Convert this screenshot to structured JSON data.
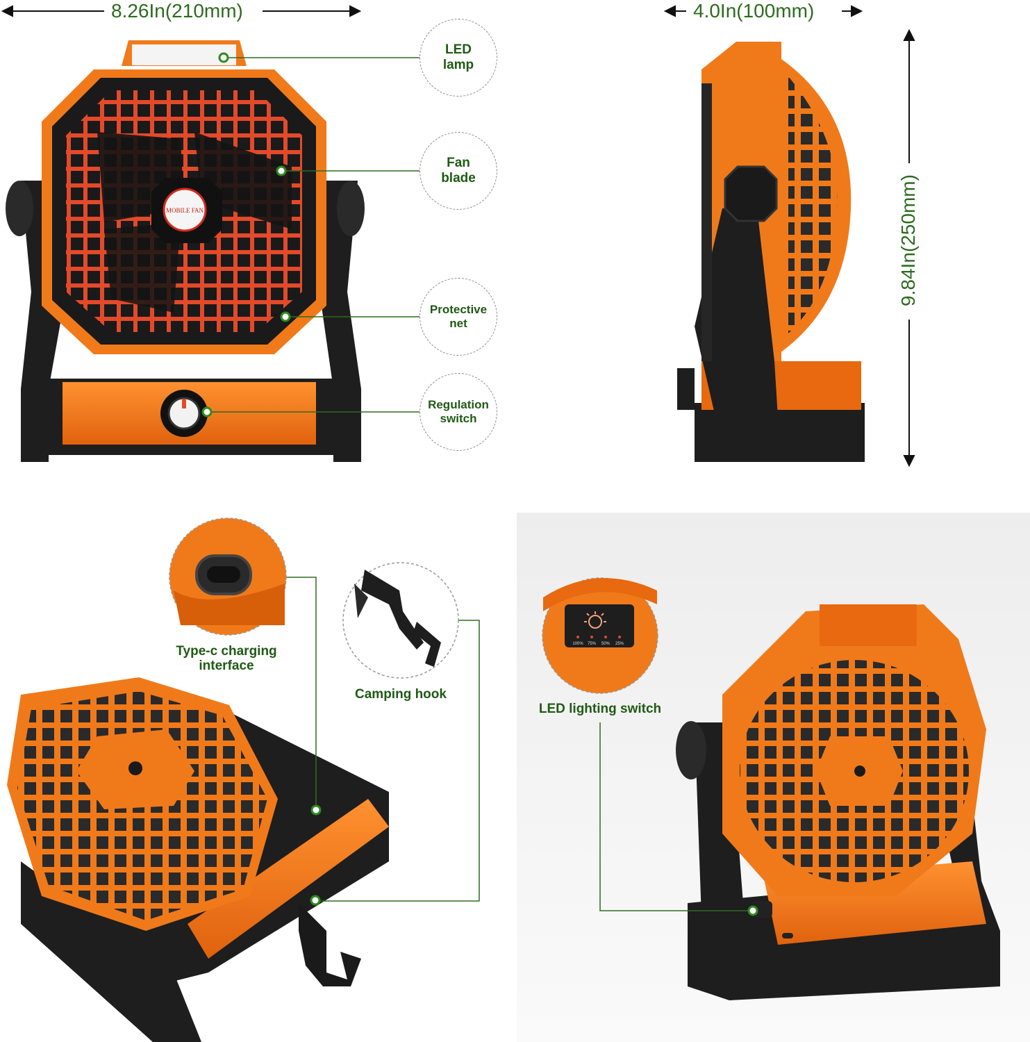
{
  "dimensions": {
    "width": "8.26In(210mm)",
    "depth": "4.0In(100mm)",
    "height": "9.84In(250mm)"
  },
  "callouts": {
    "led_lamp": [
      "LED",
      "lamp"
    ],
    "fan_blade": [
      "Fan",
      "blade"
    ],
    "protective_net": [
      "Protective",
      "net"
    ],
    "regulation_switch": [
      "Regulation",
      "switch"
    ]
  },
  "labels": {
    "typec": [
      "Type-c charging",
      "interface"
    ],
    "camping_hook": "Camping hook",
    "led_switch": "LED lighting switch"
  },
  "badge": "MOBILE FAN",
  "battery_levels": [
    "100%",
    "75%",
    "50%",
    "25%"
  ],
  "colors": {
    "accent": "#f07a1a",
    "label_green": "#1f5a14",
    "frame": "#1e1e1e"
  }
}
